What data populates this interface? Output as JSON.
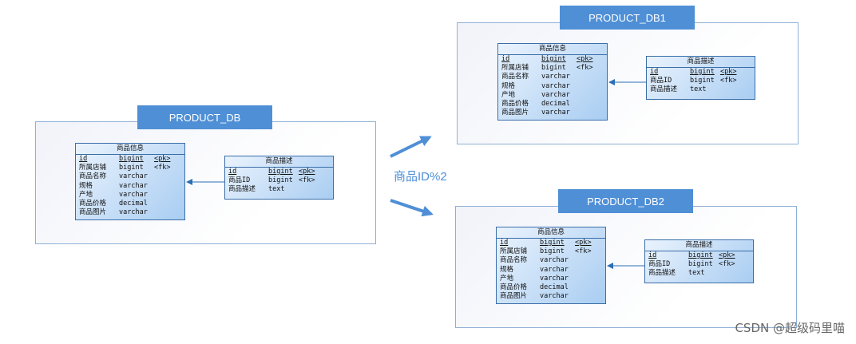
{
  "databases": [
    {
      "label": "PRODUCT_DB"
    },
    {
      "label": "PRODUCT_DB1"
    },
    {
      "label": "PRODUCT_DB2"
    }
  ],
  "info_table": {
    "title": "商品信息",
    "rows": [
      {
        "name": "id",
        "type": "bigint",
        "key": "<pk>"
      },
      {
        "name": "所属店铺",
        "type": "bigint",
        "key": "<fk>"
      },
      {
        "name": "商品名称",
        "type": "varchar",
        "key": ""
      },
      {
        "name": "规格",
        "type": "varchar",
        "key": ""
      },
      {
        "name": "产地",
        "type": "varchar",
        "key": ""
      },
      {
        "name": "商品价格",
        "type": "decimal",
        "key": ""
      },
      {
        "name": "商品图片",
        "type": "varchar",
        "key": ""
      }
    ]
  },
  "desc_table": {
    "title": "商品描述",
    "rows": [
      {
        "name": "id",
        "type": "bigint",
        "key": "<pk>"
      },
      {
        "name": "商品ID",
        "type": "bigint",
        "key": "<fk>"
      },
      {
        "name": "商品描述",
        "type": "text",
        "key": ""
      }
    ]
  },
  "split_rule": "商品ID%2",
  "watermark": "CSDN @超级码里喵",
  "colors": {
    "accent": "#4f8fd6",
    "entity_border": "#3a6ea8"
  }
}
